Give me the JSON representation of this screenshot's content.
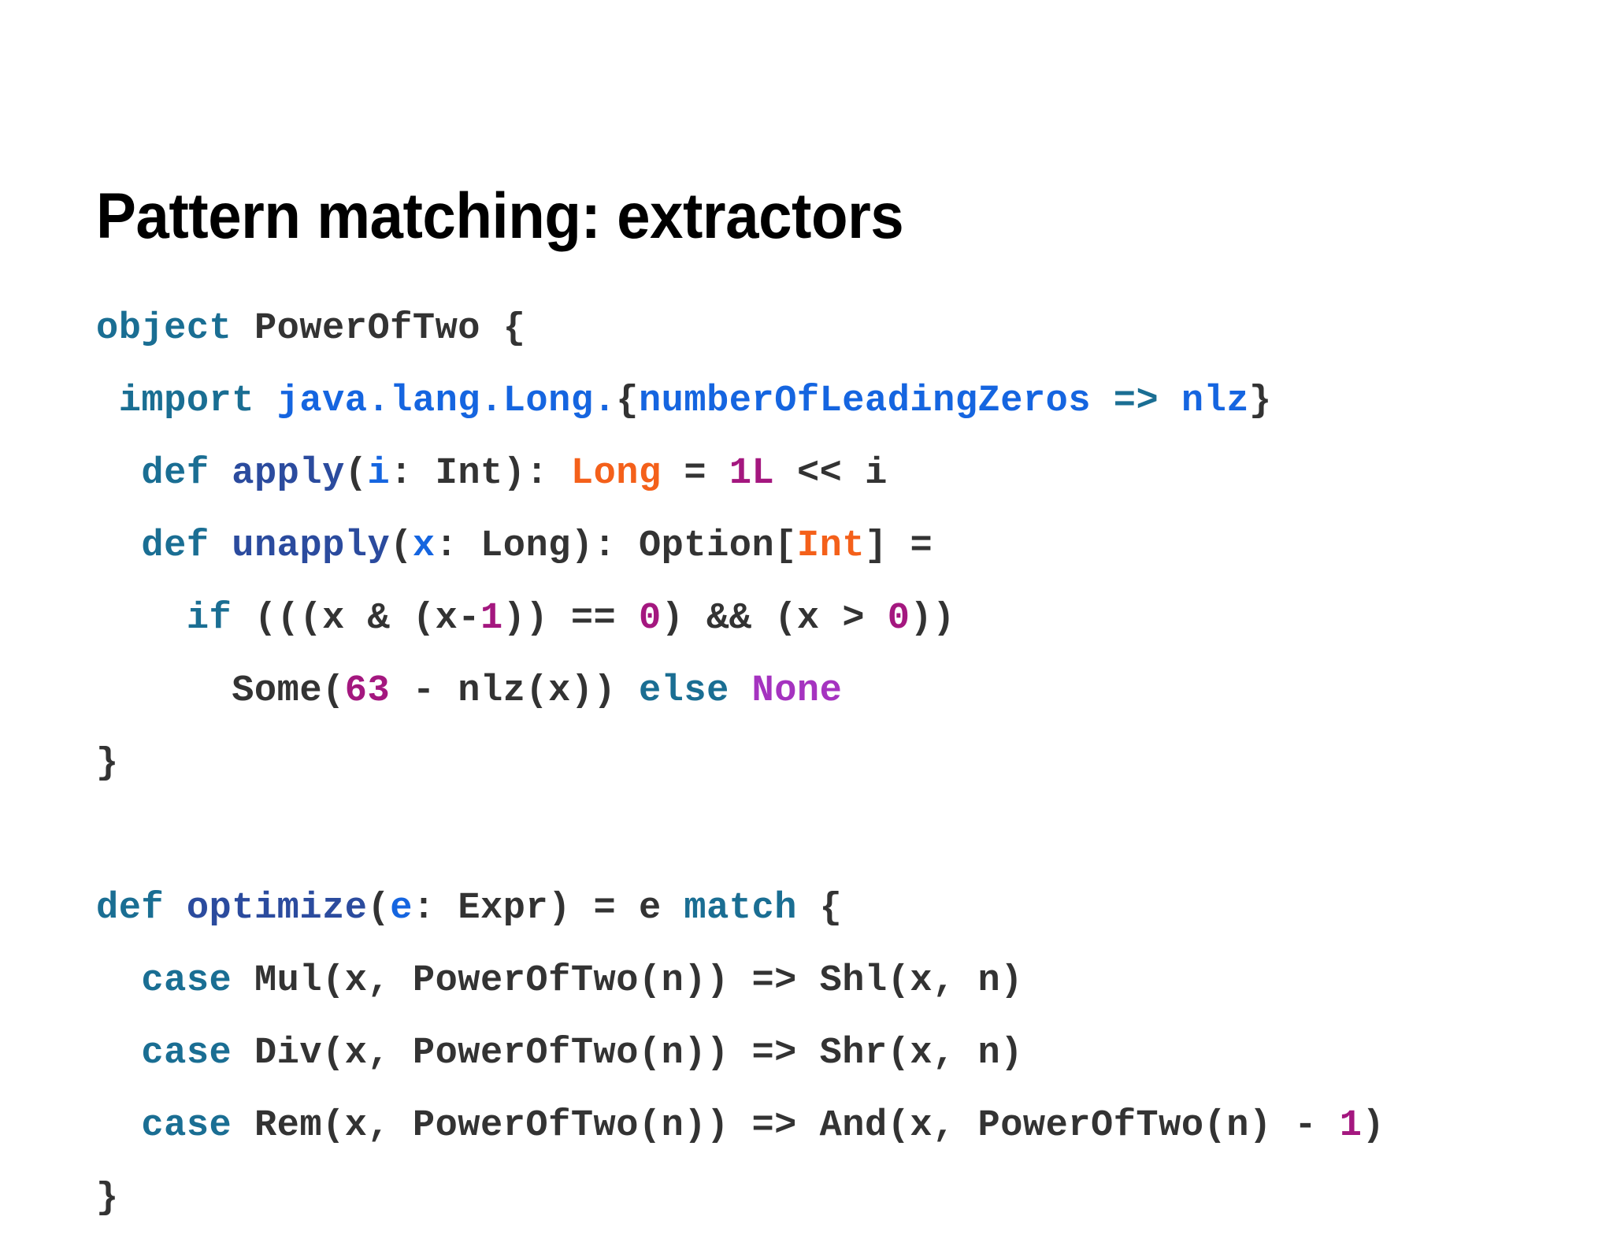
{
  "slide": {
    "title": "Pattern matching: extractors",
    "background_color": "#ffffff",
    "title_color": "#000000"
  },
  "palette": {
    "plain": "#333333",
    "keyword": "#1a6e93",
    "method": "#2b4b9e",
    "identifier": "#1565e0",
    "type": "#f4601a",
    "number": "#a4177f",
    "special": "#a533c0"
  },
  "code": {
    "language": "scala",
    "plain_text": "object PowerOfTwo {\n import java.lang.Long.{numberOfLeadingZeros => nlz}\n  def apply(i: Int): Long = 1L << i\n  def unapply(x: Long): Option[Int] =\n    if (((x & (x-1)) == 0) && (x > 0))\n      Some(63 - nlz(x)) else None\n}\n\ndef optimize(e: Expr) = e match {\n  case Mul(x, PowerOfTwo(n)) => Shl(x, n)\n  case Div(x, PowerOfTwo(n)) => Shr(x, n)\n  case Rem(x, PowerOfTwo(n)) => And(x, PowerOfTwo(n) - 1)\n}",
    "lines": [
      {
        "id": "line-object",
        "tokens": [
          {
            "text": "object",
            "kind": "keyword"
          },
          {
            "text": " PowerOfTwo {",
            "kind": "plain"
          }
        ]
      },
      {
        "id": "line-import",
        "tokens": [
          {
            "text": " ",
            "kind": "plain"
          },
          {
            "text": "import",
            "kind": "keyword"
          },
          {
            "text": " ",
            "kind": "plain"
          },
          {
            "text": "java.lang.Long.",
            "kind": "identifier"
          },
          {
            "text": "{",
            "kind": "plain"
          },
          {
            "text": "numberOfLeadingZeros",
            "kind": "identifier"
          },
          {
            "text": " ",
            "kind": "plain"
          },
          {
            "text": "=>",
            "kind": "keyword"
          },
          {
            "text": " ",
            "kind": "plain"
          },
          {
            "text": "nlz",
            "kind": "identifier"
          },
          {
            "text": "}",
            "kind": "plain"
          }
        ]
      },
      {
        "id": "line-apply",
        "tokens": [
          {
            "text": "  ",
            "kind": "plain"
          },
          {
            "text": "def",
            "kind": "keyword"
          },
          {
            "text": " ",
            "kind": "plain"
          },
          {
            "text": "apply",
            "kind": "method"
          },
          {
            "text": "(",
            "kind": "plain"
          },
          {
            "text": "i",
            "kind": "identifier"
          },
          {
            "text": ": Int): ",
            "kind": "plain"
          },
          {
            "text": "Long",
            "kind": "type"
          },
          {
            "text": " = ",
            "kind": "plain"
          },
          {
            "text": "1L",
            "kind": "number"
          },
          {
            "text": " << i",
            "kind": "plain"
          }
        ]
      },
      {
        "id": "line-unapply",
        "tokens": [
          {
            "text": "  ",
            "kind": "plain"
          },
          {
            "text": "def",
            "kind": "keyword"
          },
          {
            "text": " ",
            "kind": "plain"
          },
          {
            "text": "unapply",
            "kind": "method"
          },
          {
            "text": "(",
            "kind": "plain"
          },
          {
            "text": "x",
            "kind": "identifier"
          },
          {
            "text": ": Long): Option[",
            "kind": "plain"
          },
          {
            "text": "Int",
            "kind": "type"
          },
          {
            "text": "] =",
            "kind": "plain"
          }
        ]
      },
      {
        "id": "line-if",
        "tokens": [
          {
            "text": "    ",
            "kind": "plain"
          },
          {
            "text": "if",
            "kind": "keyword"
          },
          {
            "text": " (((x & (x-",
            "kind": "plain"
          },
          {
            "text": "1",
            "kind": "number"
          },
          {
            "text": ")) == ",
            "kind": "plain"
          },
          {
            "text": "0",
            "kind": "number"
          },
          {
            "text": ") && (x > ",
            "kind": "plain"
          },
          {
            "text": "0",
            "kind": "number"
          },
          {
            "text": "))",
            "kind": "plain"
          }
        ]
      },
      {
        "id": "line-some",
        "tokens": [
          {
            "text": "      Some(",
            "kind": "plain"
          },
          {
            "text": "63",
            "kind": "number"
          },
          {
            "text": " - nlz(x)) ",
            "kind": "plain"
          },
          {
            "text": "else",
            "kind": "keyword"
          },
          {
            "text": " ",
            "kind": "plain"
          },
          {
            "text": "None",
            "kind": "special"
          }
        ]
      },
      {
        "id": "line-close-object",
        "tokens": [
          {
            "text": "}",
            "kind": "plain"
          }
        ]
      },
      {
        "id": "line-blank",
        "tokens": []
      },
      {
        "id": "line-optimize",
        "tokens": [
          {
            "text": "def",
            "kind": "keyword"
          },
          {
            "text": " ",
            "kind": "plain"
          },
          {
            "text": "optimize",
            "kind": "method"
          },
          {
            "text": "(",
            "kind": "plain"
          },
          {
            "text": "e",
            "kind": "identifier"
          },
          {
            "text": ": Expr) = e ",
            "kind": "plain"
          },
          {
            "text": "match",
            "kind": "keyword"
          },
          {
            "text": " {",
            "kind": "plain"
          }
        ]
      },
      {
        "id": "line-case-mul",
        "tokens": [
          {
            "text": "  ",
            "kind": "plain"
          },
          {
            "text": "case",
            "kind": "keyword"
          },
          {
            "text": " Mul(x, PowerOfTwo(n)) => Shl(x, n)",
            "kind": "plain"
          }
        ]
      },
      {
        "id": "line-case-div",
        "tokens": [
          {
            "text": "  ",
            "kind": "plain"
          },
          {
            "text": "case",
            "kind": "keyword"
          },
          {
            "text": " Div(x, PowerOfTwo(n)) => Shr(x, n)",
            "kind": "plain"
          }
        ]
      },
      {
        "id": "line-case-rem",
        "tokens": [
          {
            "text": "  ",
            "kind": "plain"
          },
          {
            "text": "case",
            "kind": "keyword"
          },
          {
            "text": " Rem(x, PowerOfTwo(n)) => And(x, PowerOfTwo(n) - ",
            "kind": "plain"
          },
          {
            "text": "1",
            "kind": "number"
          },
          {
            "text": ")",
            "kind": "plain"
          }
        ]
      },
      {
        "id": "line-close-match",
        "tokens": [
          {
            "text": "}",
            "kind": "plain"
          }
        ]
      }
    ]
  }
}
